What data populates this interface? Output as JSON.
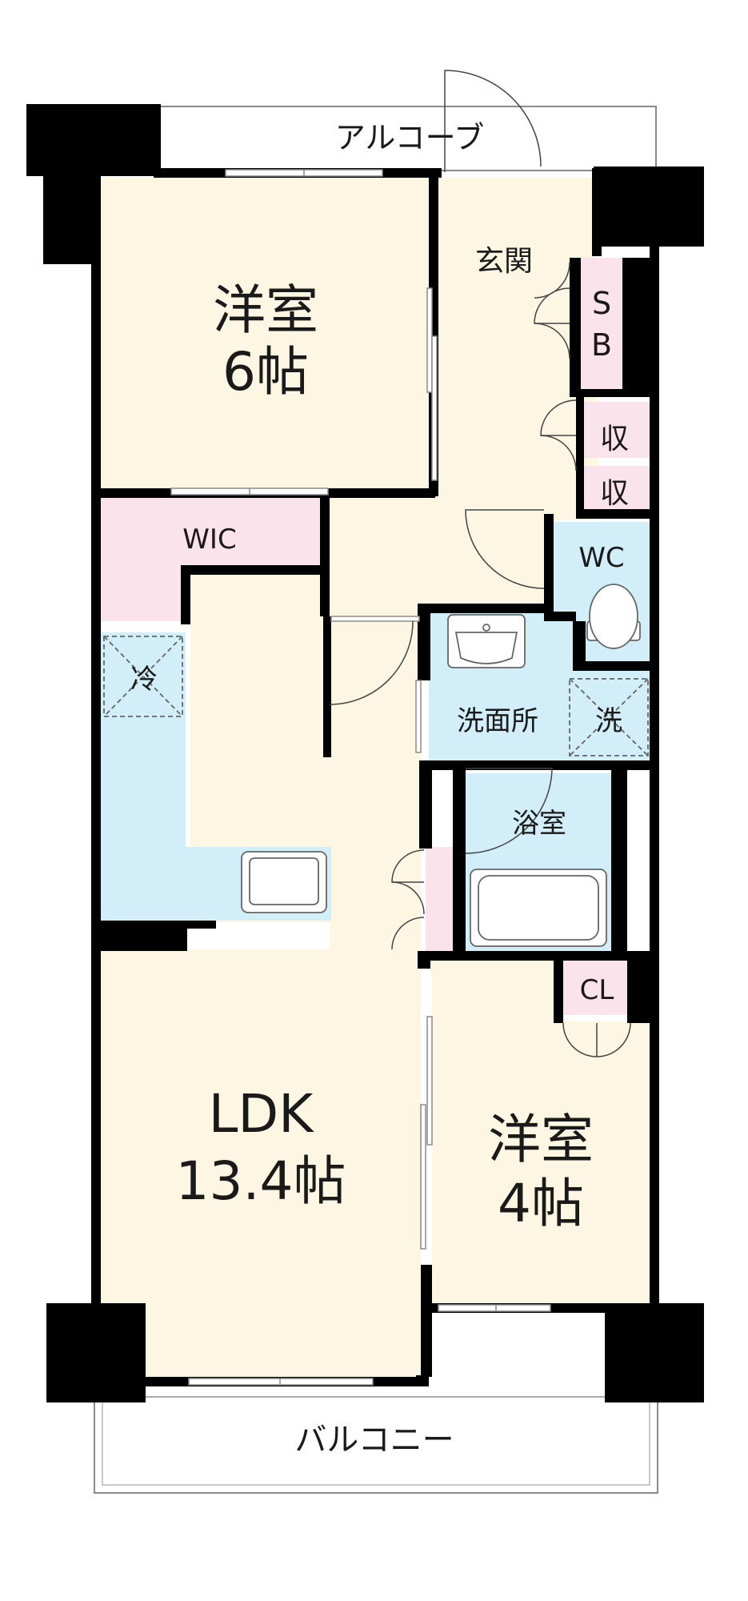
{
  "colors": {
    "wall": "#000000",
    "room_beige": "#fdf6e3",
    "room_pink": "#fbe3ec",
    "room_blue": "#d2eef9",
    "outline": "#8a8a8a",
    "text": "#1a1a1a"
  },
  "labels": {
    "alcove": "アルコーブ",
    "entrance": "玄関",
    "sb_top": "S",
    "sb_bottom": "B",
    "storage1": "収",
    "storage2": "収",
    "western_room_1_name": "洋室",
    "western_room_1_size": "6帖",
    "wic": "WIC",
    "wc": "WC",
    "fridge": "冷",
    "washroom": "洗面所",
    "washer": "洗",
    "bathroom": "浴室",
    "closet": "CL",
    "ldk_name": "LDK",
    "ldk_size": "13.4帖",
    "western_room_2_name": "洋室",
    "western_room_2_size": "4帖",
    "balcony": "バルコニー"
  }
}
